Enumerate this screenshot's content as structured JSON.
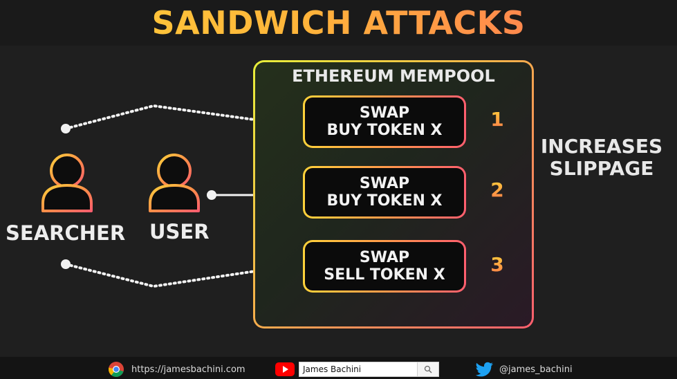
{
  "title": "SANDWICH ATTACKS",
  "mempool": {
    "title": "ETHEREUM MEMPOOL",
    "transactions": [
      {
        "line1": "SWAP",
        "line2": "BUY TOKEN X",
        "order": "1"
      },
      {
        "line1": "SWAP",
        "line2": "BUY TOKEN X",
        "order": "2"
      },
      {
        "line1": "SWAP",
        "line2": "SELL TOKEN X",
        "order": "3"
      }
    ]
  },
  "side_note": {
    "line1": "INCREASES",
    "line2": "SLIPPAGE"
  },
  "actors": {
    "searcher": "SEARCHER",
    "user": "USER"
  },
  "footer": {
    "website": "https://jamesbachini.com",
    "youtube_query": "James Bachini",
    "twitter": "@james_bachini"
  },
  "colors": {
    "accent_yellow": "#ffd23a",
    "accent_orange": "#ff9a4a",
    "accent_red": "#ff5e6e"
  }
}
